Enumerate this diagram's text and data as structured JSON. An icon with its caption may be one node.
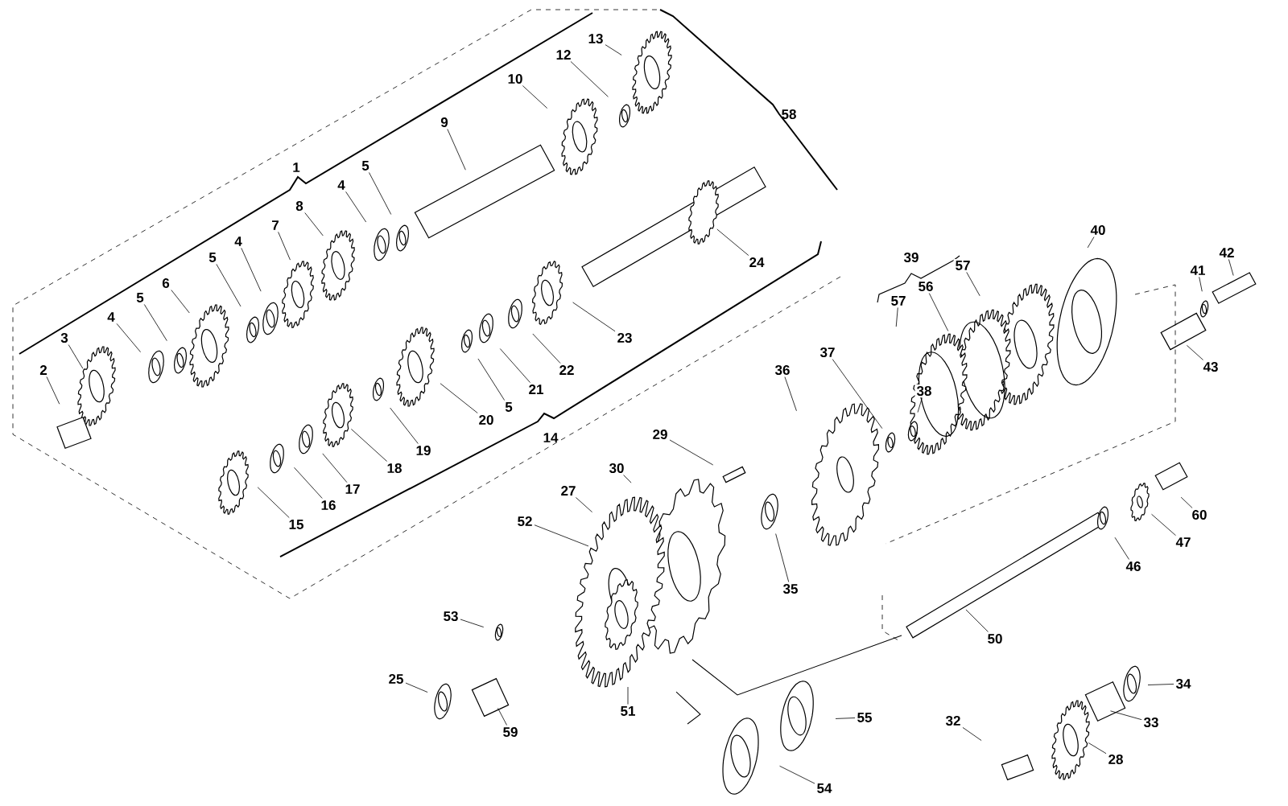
{
  "diagram": {
    "nodes": [
      {
        "text": [
          "2"
        ]
      },
      {
        "text": [
          "3"
        ]
      },
      {
        "text": [
          "4"
        ]
      },
      {
        "text": [
          "5"
        ]
      },
      {
        "text": [
          "6"
        ]
      },
      {
        "text": [
          "5"
        ]
      },
      {
        "text": [
          "4"
        ]
      },
      {
        "text": [
          "7"
        ]
      },
      {
        "text": [
          "8"
        ]
      },
      {
        "text": [
          "4"
        ]
      },
      {
        "text": [
          "5"
        ]
      },
      {
        "text": [
          "9"
        ]
      },
      {
        "text": [
          "10"
        ]
      },
      {
        "text": [
          "12"
        ]
      },
      {
        "text": [
          "13"
        ]
      },
      {
        "text": [
          "24"
        ]
      },
      {
        "text": [
          "23"
        ]
      },
      {
        "text": [
          "22"
        ]
      },
      {
        "text": [
          "21"
        ]
      },
      {
        "text": [
          "5"
        ]
      },
      {
        "text": [
          "20"
        ]
      },
      {
        "text": [
          "19"
        ]
      },
      {
        "text": [
          "18"
        ]
      },
      {
        "text": [
          "17"
        ]
      },
      {
        "text": [
          "16"
        ]
      },
      {
        "text": [
          "15"
        ]
      },
      {
        "text": [
          "36"
        ]
      },
      {
        "text": [
          "37"
        ]
      },
      {
        "text": [
          "38"
        ]
      },
      {
        "text": [
          "57"
        ]
      },
      {
        "text": [
          "56"
        ]
      },
      {
        "text": [
          "57"
        ]
      },
      {
        "text": [
          "40"
        ]
      },
      {
        "text": [
          "41"
        ]
      },
      {
        "text": [
          "42"
        ]
      },
      {
        "text": [
          "43"
        ]
      },
      {
        "text": [
          "60"
        ]
      },
      {
        "text": [
          "47"
        ]
      },
      {
        "text": [
          "46"
        ]
      },
      {
        "text": [
          "50"
        ]
      },
      {
        "text": [
          "35"
        ]
      },
      {
        "text": [
          "29"
        ]
      },
      {
        "text": [
          "30"
        ]
      },
      {
        "text": [
          "27"
        ]
      },
      {
        "text": [
          "52"
        ]
      },
      {
        "text": [
          "53"
        ]
      },
      {
        "text": [
          "25"
        ]
      },
      {
        "text": [
          "59"
        ]
      },
      {
        "text": [
          "51"
        ]
      },
      {
        "text": [
          "55"
        ]
      },
      {
        "text": [
          "54"
        ]
      },
      {
        "text": [
          "32"
        ]
      },
      {
        "text": [
          "28"
        ]
      },
      {
        "text": [
          "33"
        ]
      },
      {
        "text": [
          "34"
        ]
      }
    ],
    "edges": [
      {
        "from": 0,
        "to": null,
        "arrow": "none"
      },
      {
        "from": 1,
        "to": null,
        "arrow": "none"
      },
      {
        "from": 2,
        "to": null,
        "arrow": "none"
      },
      {
        "from": 3,
        "to": null,
        "arrow": "none"
      },
      {
        "from": 4,
        "to": null,
        "arrow": "none"
      },
      {
        "from": 5,
        "to": null,
        "arrow": "none"
      },
      {
        "from": 6,
        "to": null,
        "arrow": "none"
      },
      {
        "from": 7,
        "to": null,
        "arrow": "none"
      },
      {
        "from": 8,
        "to": null,
        "arrow": "none"
      },
      {
        "from": 9,
        "to": null,
        "arrow": "none"
      },
      {
        "from": 10,
        "to": null,
        "arrow": "none"
      },
      {
        "from": 11,
        "to": null,
        "arrow": "none"
      },
      {
        "from": 12,
        "to": null,
        "arrow": "none"
      },
      {
        "from": 13,
        "to": null,
        "arrow": "none"
      },
      {
        "from": 14,
        "to": null,
        "arrow": "none"
      },
      {
        "from": 15,
        "to": null,
        "arrow": "none"
      },
      {
        "from": 16,
        "to": null,
        "arrow": "none"
      },
      {
        "from": 17,
        "to": null,
        "arrow": "none"
      },
      {
        "from": 18,
        "to": null,
        "arrow": "none"
      },
      {
        "from": 19,
        "to": null,
        "arrow": "none"
      },
      {
        "from": 20,
        "to": null,
        "arrow": "none"
      },
      {
        "from": 21,
        "to": null,
        "arrow": "none"
      },
      {
        "from": 22,
        "to": null,
        "arrow": "none"
      },
      {
        "from": 23,
        "to": null,
        "arrow": "none"
      },
      {
        "from": 24,
        "to": null,
        "arrow": "none"
      },
      {
        "from": 25,
        "to": null,
        "arrow": "none"
      },
      {
        "from": 26,
        "to": null,
        "arrow": "none"
      },
      {
        "from": 27,
        "to": null,
        "arrow": "none"
      },
      {
        "from": 28,
        "to": null,
        "arrow": "none"
      },
      {
        "from": 29,
        "to": null,
        "arrow": "none"
      },
      {
        "from": 30,
        "to": null,
        "arrow": "none"
      },
      {
        "from": 31,
        "to": null,
        "arrow": "none"
      },
      {
        "from": 32,
        "to": null,
        "arrow": "none"
      },
      {
        "from": 33,
        "to": null,
        "arrow": "none"
      },
      {
        "from": 34,
        "to": null,
        "arrow": "none"
      },
      {
        "from": 35,
        "to": null,
        "arrow": "none"
      },
      {
        "from": 36,
        "to": null,
        "arrow": "none"
      },
      {
        "from": 37,
        "to": null,
        "arrow": "none"
      },
      {
        "from": 38,
        "to": null,
        "arrow": "none"
      },
      {
        "from": 39,
        "to": null,
        "arrow": "none"
      },
      {
        "from": 40,
        "to": null,
        "arrow": "none"
      },
      {
        "from": 41,
        "to": null,
        "arrow": "none"
      },
      {
        "from": 42,
        "to": null,
        "arrow": "none"
      },
      {
        "from": 43,
        "to": null,
        "arrow": "none"
      },
      {
        "from": 44,
        "to": null,
        "arrow": "none"
      },
      {
        "from": 45,
        "to": null,
        "arrow": "none"
      },
      {
        "from": 46,
        "to": null,
        "arrow": "none"
      },
      {
        "from": 47,
        "to": null,
        "arrow": "none"
      },
      {
        "from": 48,
        "to": null,
        "arrow": "none"
      },
      {
        "from": 49,
        "to": null,
        "arrow": "none"
      },
      {
        "from": 50,
        "to": null,
        "arrow": "none"
      },
      {
        "from": 51,
        "to": null,
        "arrow": "none"
      },
      {
        "from": 52,
        "to": null,
        "arrow": "none"
      },
      {
        "from": 53,
        "to": null,
        "arrow": "none"
      },
      {
        "from": 54,
        "to": null,
        "arrow": "none"
      }
    ],
    "labels": [
      "58",
      "1",
      "14",
      "39"
    ]
  }
}
